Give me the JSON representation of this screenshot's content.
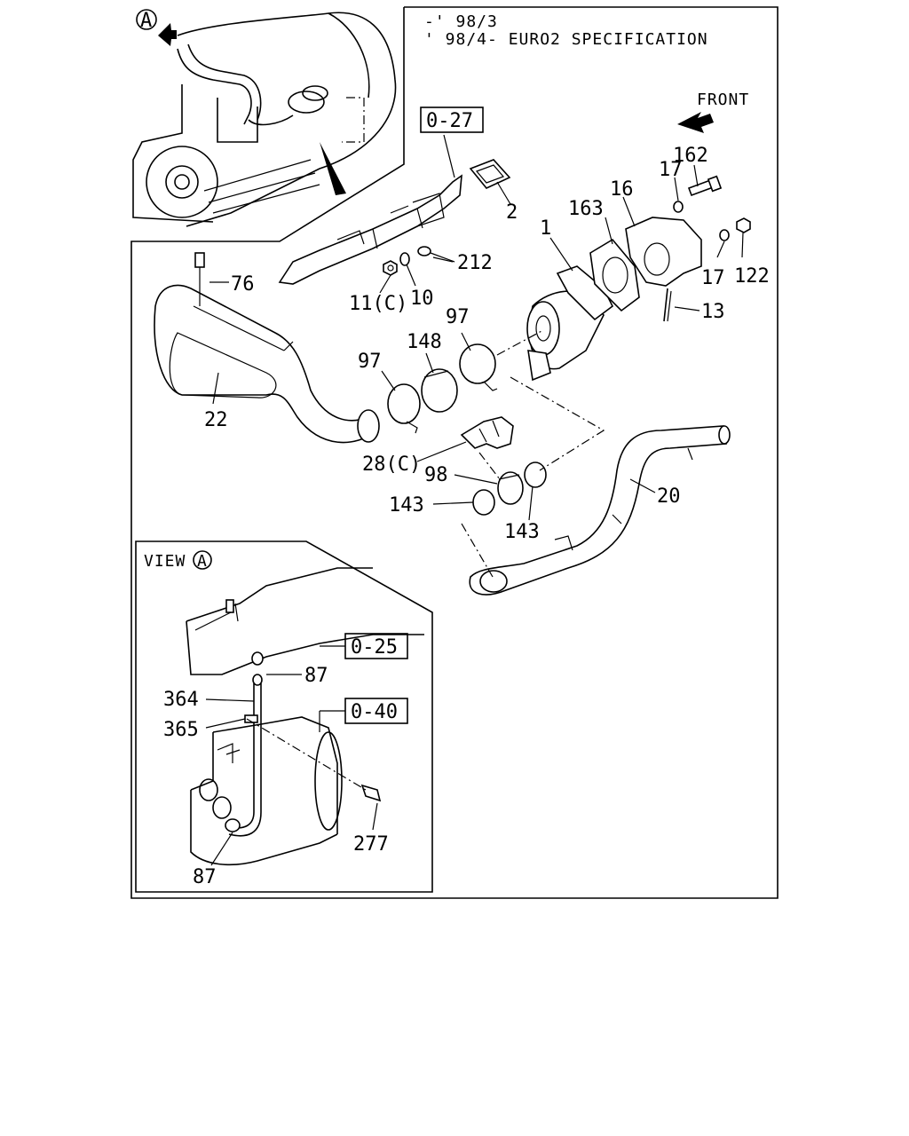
{
  "header": {
    "spec_line_1": "-' 98/3",
    "spec_line_2": "' 98/4- EURO2 SPECIFICATION",
    "front_label": "FRONT"
  },
  "marker": {
    "view_letter": "A"
  },
  "view_panel": {
    "title": "VIEW",
    "letter": "A"
  },
  "references": {
    "ref_1": "0-27",
    "ref_2": "0-25",
    "ref_3": "0-40"
  },
  "callouts": {
    "c76": "76",
    "c22": "22",
    "c2": "2",
    "c212": "212",
    "c11c": "11(C)",
    "c10": "10",
    "c97a": "97",
    "c97b": "97",
    "c148": "148",
    "c1": "1",
    "c163": "163",
    "c16": "16",
    "c17a": "17",
    "c162": "162",
    "c17b": "17",
    "c122": "122",
    "c13": "13",
    "c28c": "28(C)",
    "c98": "98",
    "c143a": "143",
    "c143b": "143",
    "c20": "20",
    "c87a": "87",
    "c364": "364",
    "c365": "365",
    "c277": "277",
    "c87b": "87"
  },
  "icons": {
    "front_arrow": "front-arrow-icon",
    "view_arrow": "view-direction-arrow-icon"
  }
}
